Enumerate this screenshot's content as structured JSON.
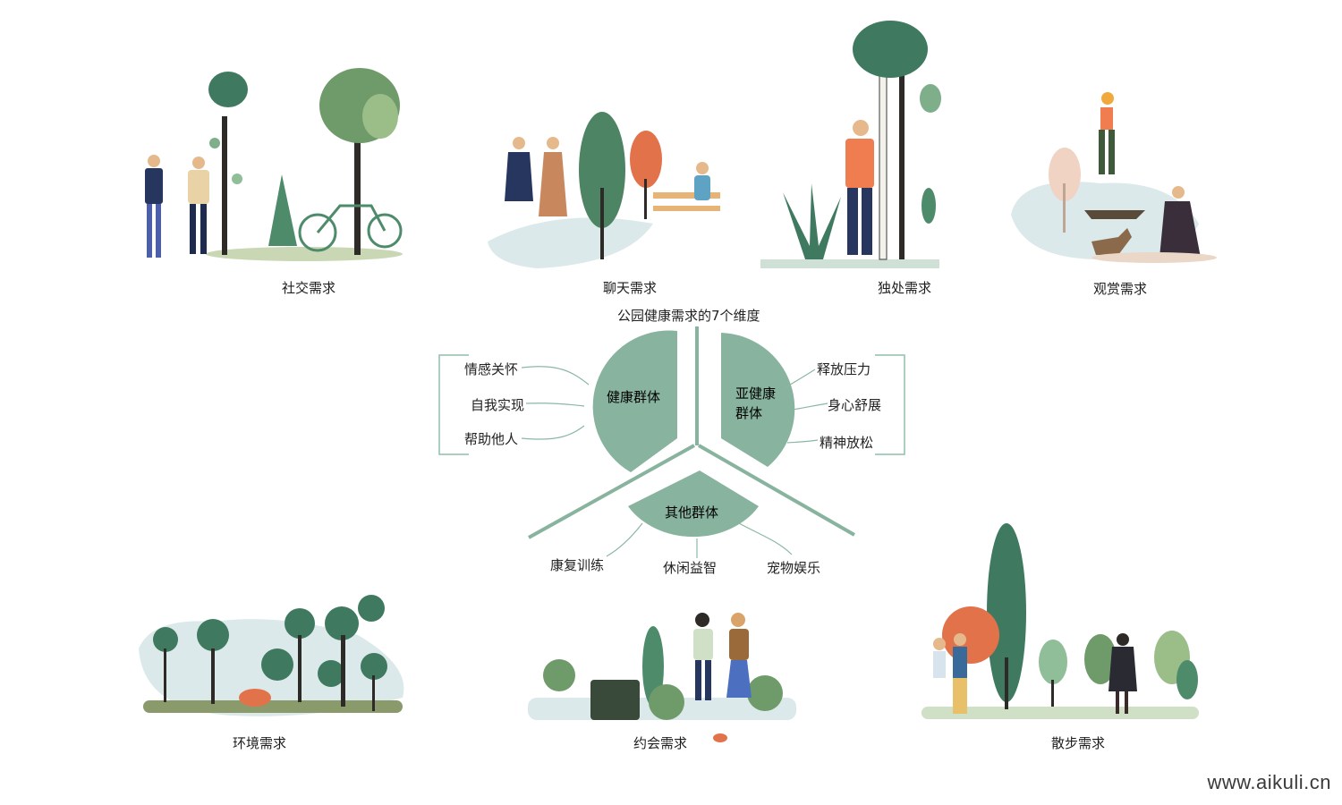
{
  "scenes": [
    {
      "id": "social",
      "caption": "社交需求"
    },
    {
      "id": "chat",
      "caption": "聊天需求"
    },
    {
      "id": "alone",
      "caption": "独处需求"
    },
    {
      "id": "view",
      "caption": "观赏需求"
    },
    {
      "id": "environment",
      "caption": "环境需求"
    },
    {
      "id": "dating",
      "caption": "约会需求"
    },
    {
      "id": "walking",
      "caption": "散步需求"
    }
  ],
  "diagram": {
    "title": "公园健康需求的7个维度",
    "segments": [
      {
        "label": "健康群体",
        "items": [
          "情感关怀",
          "自我实现",
          "帮助他人"
        ]
      },
      {
        "label_line1": "亚健康",
        "label_line2": "群体",
        "items": [
          "释放压力",
          "身心舒展",
          "精神放松"
        ]
      },
      {
        "label": "其他群体",
        "items": [
          "康复训练",
          "休闲益智",
          "宠物娱乐"
        ]
      }
    ]
  },
  "colors": {
    "segment": "#87b39f",
    "bracket": "#8fbfa9",
    "connector": "#8ab8a4"
  },
  "watermark": "www.aikuli.cn"
}
